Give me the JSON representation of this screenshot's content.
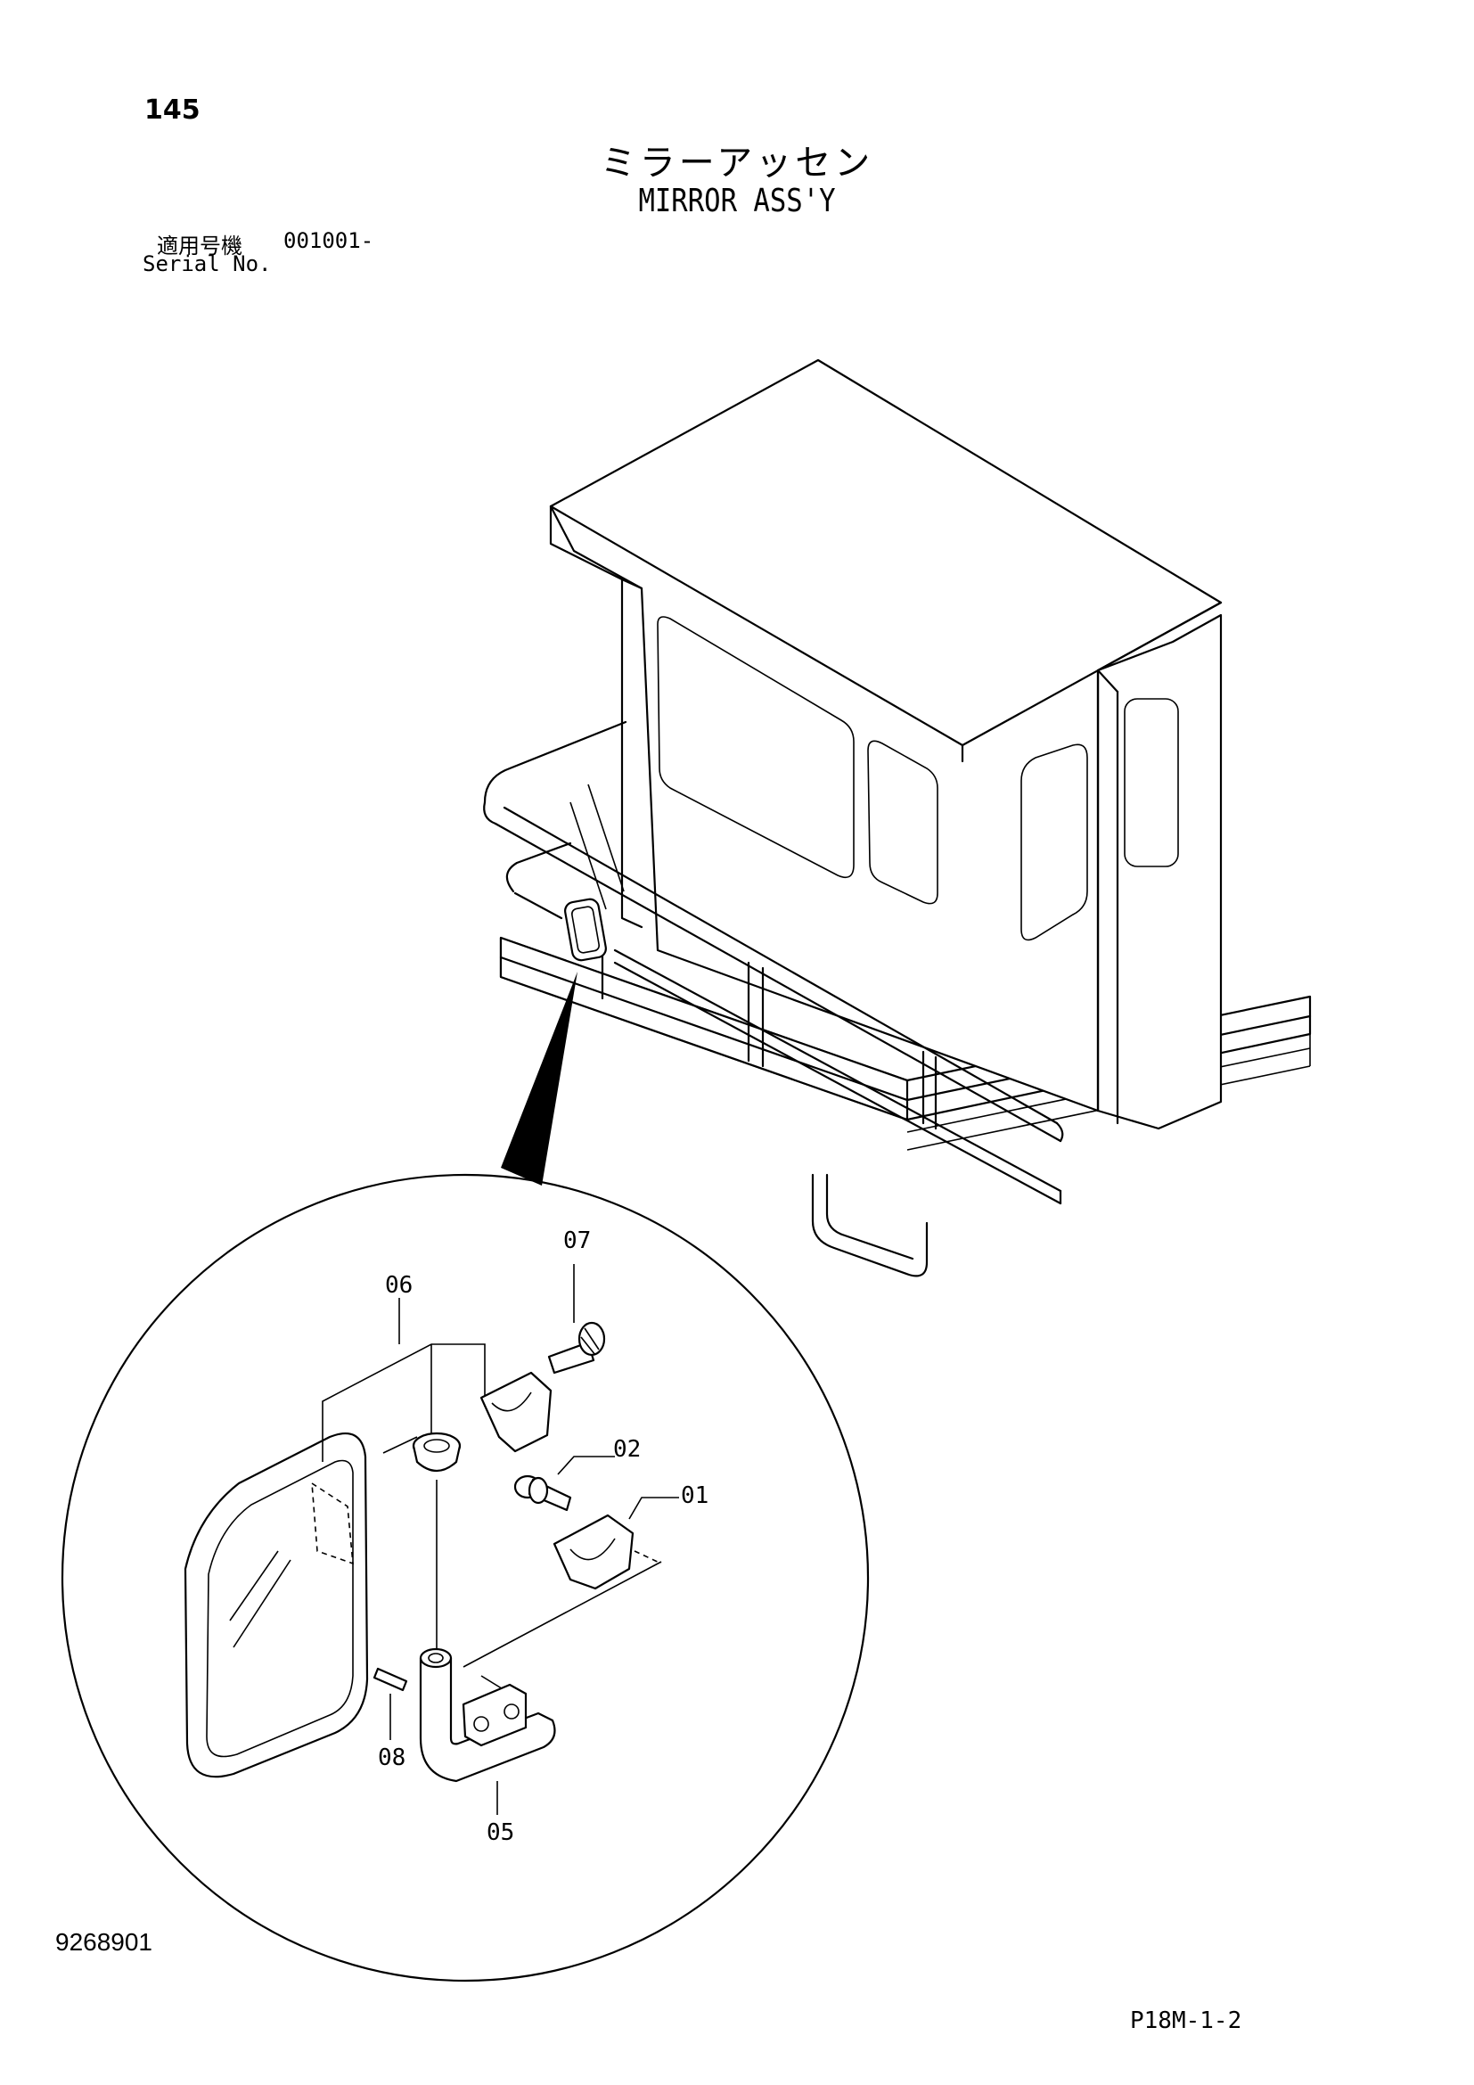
{
  "page": {
    "page_number": "145",
    "title_jp": "ミラーアッセン",
    "title_en": "MIRROR ASS'Y",
    "serial_label_jp": "適用号機",
    "serial_value": "001001-",
    "serial_label_en": "Serial No.",
    "drawing_number": "9268901",
    "sheet_code": "P18M-1-2"
  },
  "callouts": [
    "07",
    "06",
    "02",
    "01",
    "08",
    "05"
  ]
}
